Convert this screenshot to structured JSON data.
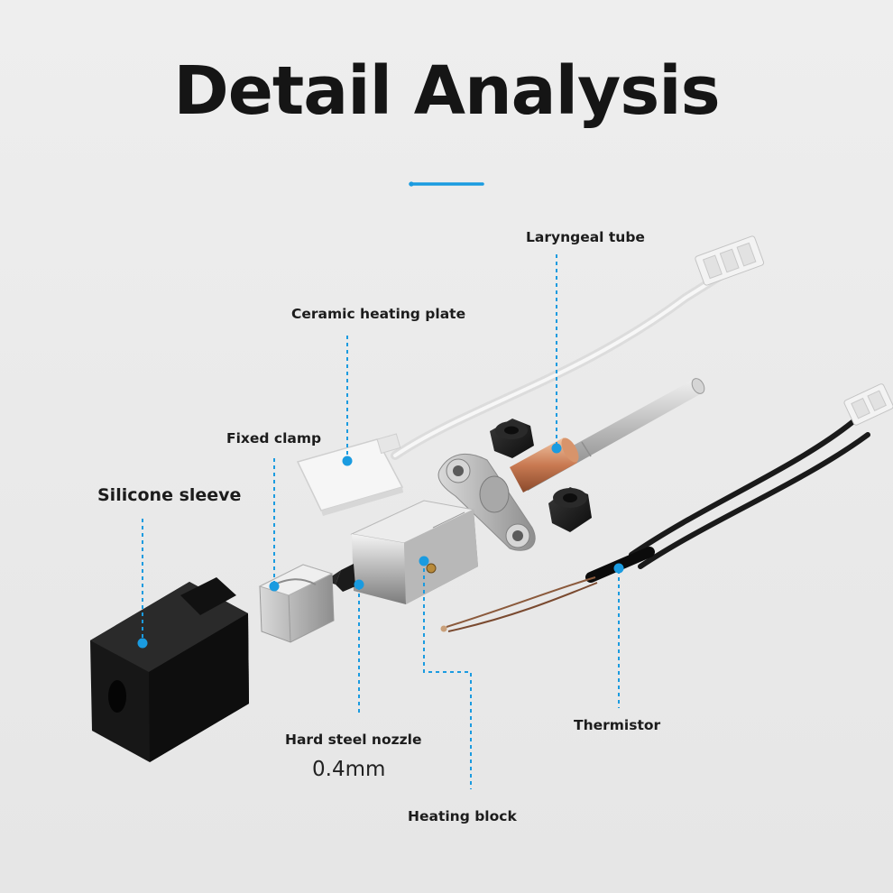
{
  "title": "Detail Analysis",
  "accent": "#1a9be0",
  "labels": {
    "laryngeal_tube": "Laryngeal tube",
    "ceramic_heating_plate": "Ceramic heating plate",
    "fixed_clamp": "Fixed clamp",
    "silicone_sleeve": "Silicone sleeve",
    "hard_steel_nozzle": "Hard steel nozzle",
    "nozzle_size": "0.4mm",
    "heating_block": "Heating block",
    "thermistor": "Thermistor"
  }
}
